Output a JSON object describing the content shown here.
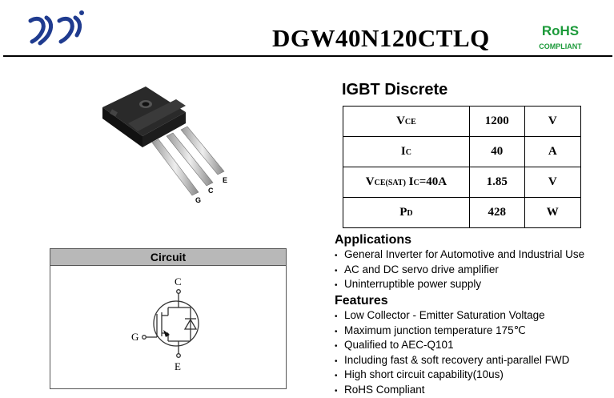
{
  "header": {
    "part_number": "DGW40N120CTLQ",
    "rohs_top": "RoHS",
    "rohs_bottom": "COMPLIANT"
  },
  "package": {
    "pin_labels": [
      "G",
      "C",
      "E"
    ]
  },
  "spec": {
    "section_title": "IGBT Discrete",
    "rows": [
      {
        "param_main": "V",
        "param_sub": "CE",
        "param_tail": "",
        "value": "1200",
        "unit": "V"
      },
      {
        "param_main": "I",
        "param_sub": "C",
        "param_tail": "",
        "value": "40",
        "unit": "A"
      },
      {
        "param_main": "V",
        "param_sub": "CE(SAT)",
        "param_tail": " I",
        "param_sub2": "C",
        "param_tail2": "=40A",
        "value": "1.85",
        "unit": "V"
      },
      {
        "param_main": "P",
        "param_sub": "D",
        "param_tail": "",
        "value": "428",
        "unit": "W"
      }
    ]
  },
  "circuit": {
    "title": "Circuit",
    "labels": {
      "c": "C",
      "g": "G",
      "e": "E"
    }
  },
  "applications": {
    "title": "Applications",
    "items": [
      "General Inverter for Automotive and Industrial Use",
      "AC and DC servo drive amplifier",
      "Uninterruptible power supply"
    ]
  },
  "features": {
    "title": "Features",
    "items": [
      "Low Collector - Emitter Saturation Voltage",
      "Maximum junction temperature 175℃",
      "Qualified to AEC-Q101",
      "Including fast & soft recovery anti-parallel FWD",
      "High short circuit capability(10us)",
      "RoHS Compliant"
    ]
  },
  "colors": {
    "rohs": "#1c9a3a",
    "logo": "#1f3b8f",
    "circuit_header": "#b8b8b8"
  }
}
